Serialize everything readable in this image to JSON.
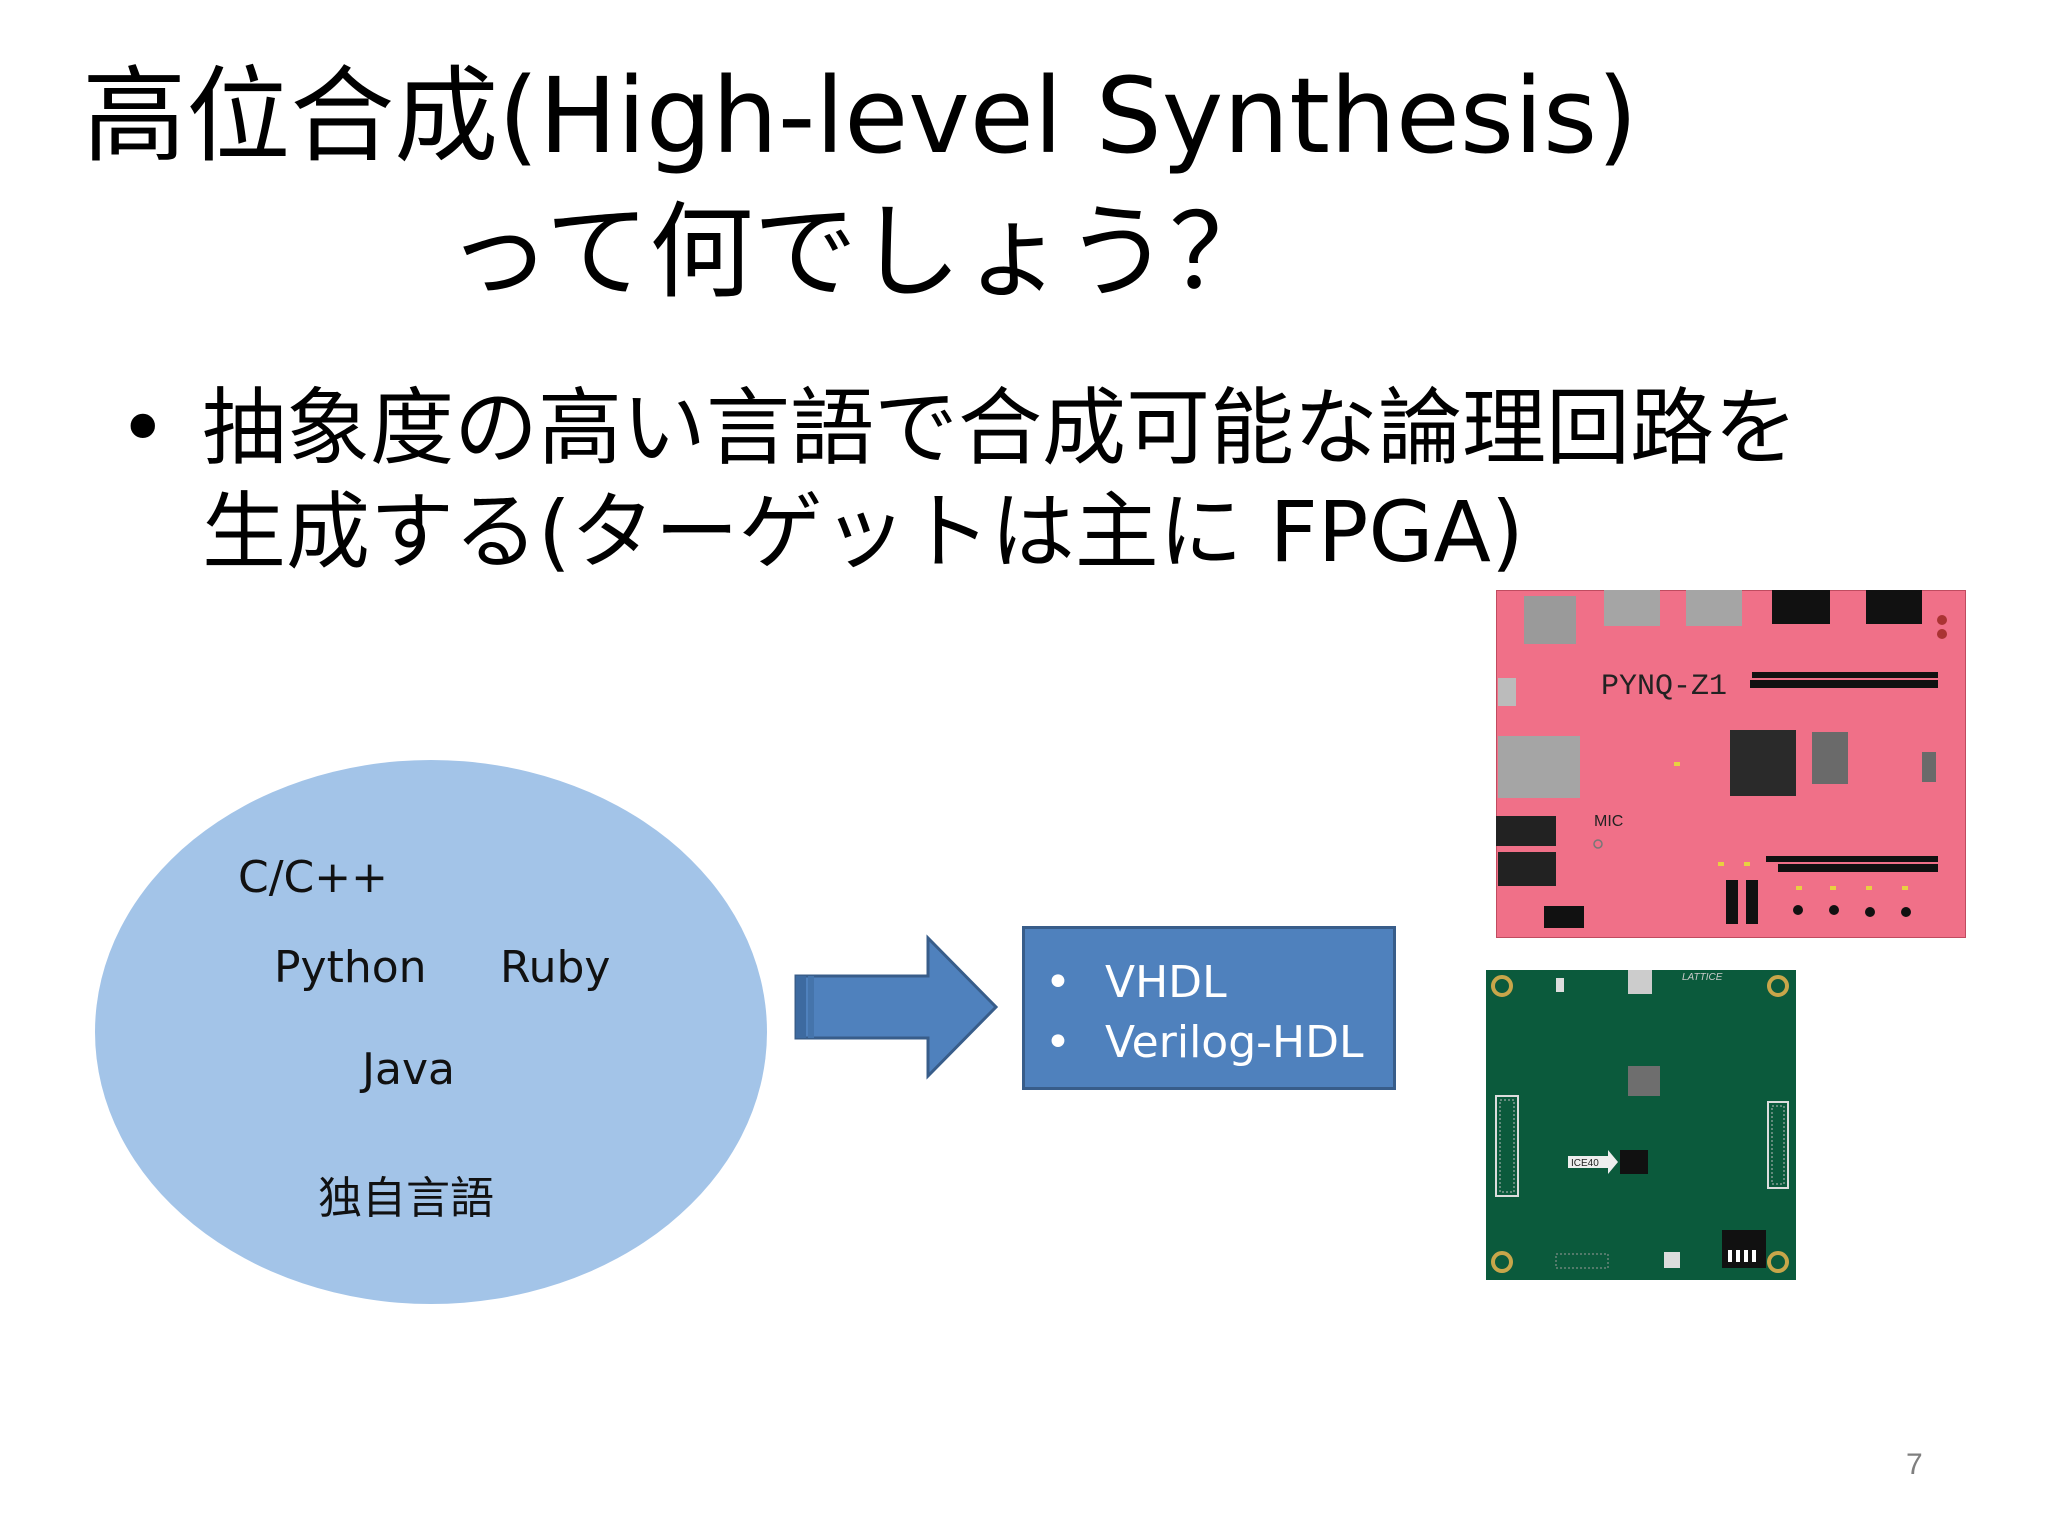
{
  "title": {
    "line1": "高位合成(High-level Synthesis)",
    "line2": "って何でしょう？"
  },
  "bullet": {
    "marker": "•",
    "line1": "抽象度の高い言語で合成可能な論理回路を",
    "line2": "生成する(ターゲットは主に FPGA)"
  },
  "languages": [
    "C/C++",
    "Python",
    "Ruby",
    "Java",
    "独自言語"
  ],
  "hdl_box": {
    "items": [
      "VHDL",
      "Verilog-HDL"
    ]
  },
  "boards": {
    "pynq_label": "PYNQ-Z1",
    "pynq_mic_label": "MIC",
    "ice40_label": "ICE40",
    "ice40_brand": "LATTICE"
  },
  "page_number": "7",
  "colors": {
    "ellipse": "#a3c4e8",
    "arrow": "#4f81bd",
    "hdl_box": "#4f81bd",
    "pynq_board": "#f07088",
    "ice40_board": "#0b5a3c"
  }
}
